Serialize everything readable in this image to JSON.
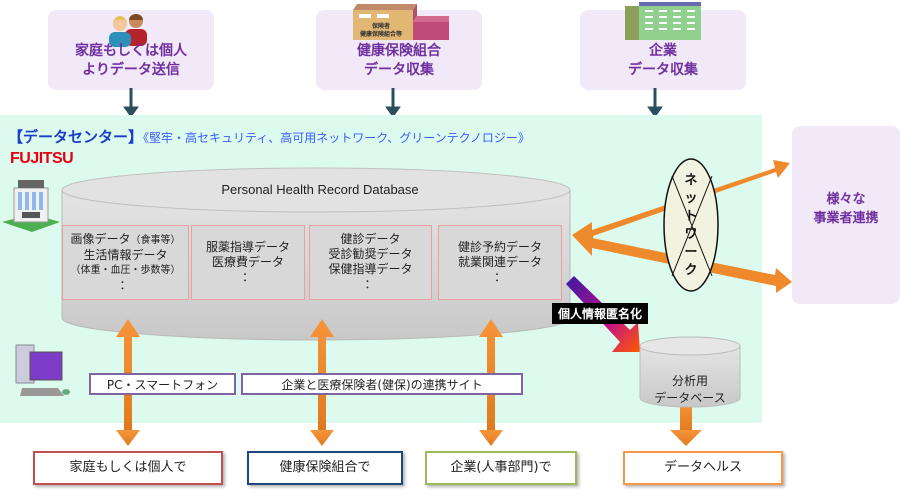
{
  "sources": [
    {
      "label_line1": "家庭もしくは個人",
      "label_line2": "よりデータ送信",
      "icon": "people-icon"
    },
    {
      "label_line1": "健康保険組合",
      "label_line2": "データ収集",
      "icon": "insurer-building-icon",
      "icon_text_line1": "保険者",
      "icon_text_line2": "健康保険組合等"
    },
    {
      "label_line1": "企業",
      "label_line2": "データ収集",
      "icon": "office-building-icon"
    }
  ],
  "datacenter": {
    "title": "【データセンター】",
    "subtitle": "《堅牢・高セキュリティ、高可用ネットワーク、グリーンテクノロジー》",
    "logo": "FUJITSU",
    "database_title": "Personal Health Record Database",
    "cells": [
      {
        "lines": [
          "画像データ",
          "生活情報データ",
          "（体重・血圧・歩数等）",
          "："
        ],
        "note": "（食事等）"
      },
      {
        "lines": [
          "服薬指導データ",
          "医療費データ",
          "："
        ]
      },
      {
        "lines": [
          "健診データ",
          "受診勧奨データ",
          "保健指導データ",
          "："
        ]
      },
      {
        "lines": [
          "健診予約データ",
          "就業関連データ",
          "："
        ]
      }
    ],
    "network_label": [
      "ネ",
      "ッ",
      "ト",
      "ワ",
      "ー",
      "ク"
    ],
    "anonymize_label": "個人情報匿名化",
    "analysis_db": [
      "分析用",
      "データベース"
    ],
    "access_tags": [
      "PC・スマートフォン",
      "企業と医療保険者(健保)の連携サイト"
    ]
  },
  "partner": {
    "line1": "様々な",
    "line2": "事業者連携"
  },
  "outputs": [
    {
      "label": "家庭もしくは個人で",
      "border": "#c0504d"
    },
    {
      "label": "健康保険組合で",
      "border": "#1f497d"
    },
    {
      "label": "企業(人事部門)で",
      "border": "#9bbb59"
    },
    {
      "label": "データヘルス",
      "border": "#f79646"
    }
  ],
  "colors": {
    "purple_text": "#7030a0",
    "datacenter_bg": "#dcfbee",
    "arrow_orange": "#f28c28",
    "connector": "#2c4f5f"
  }
}
